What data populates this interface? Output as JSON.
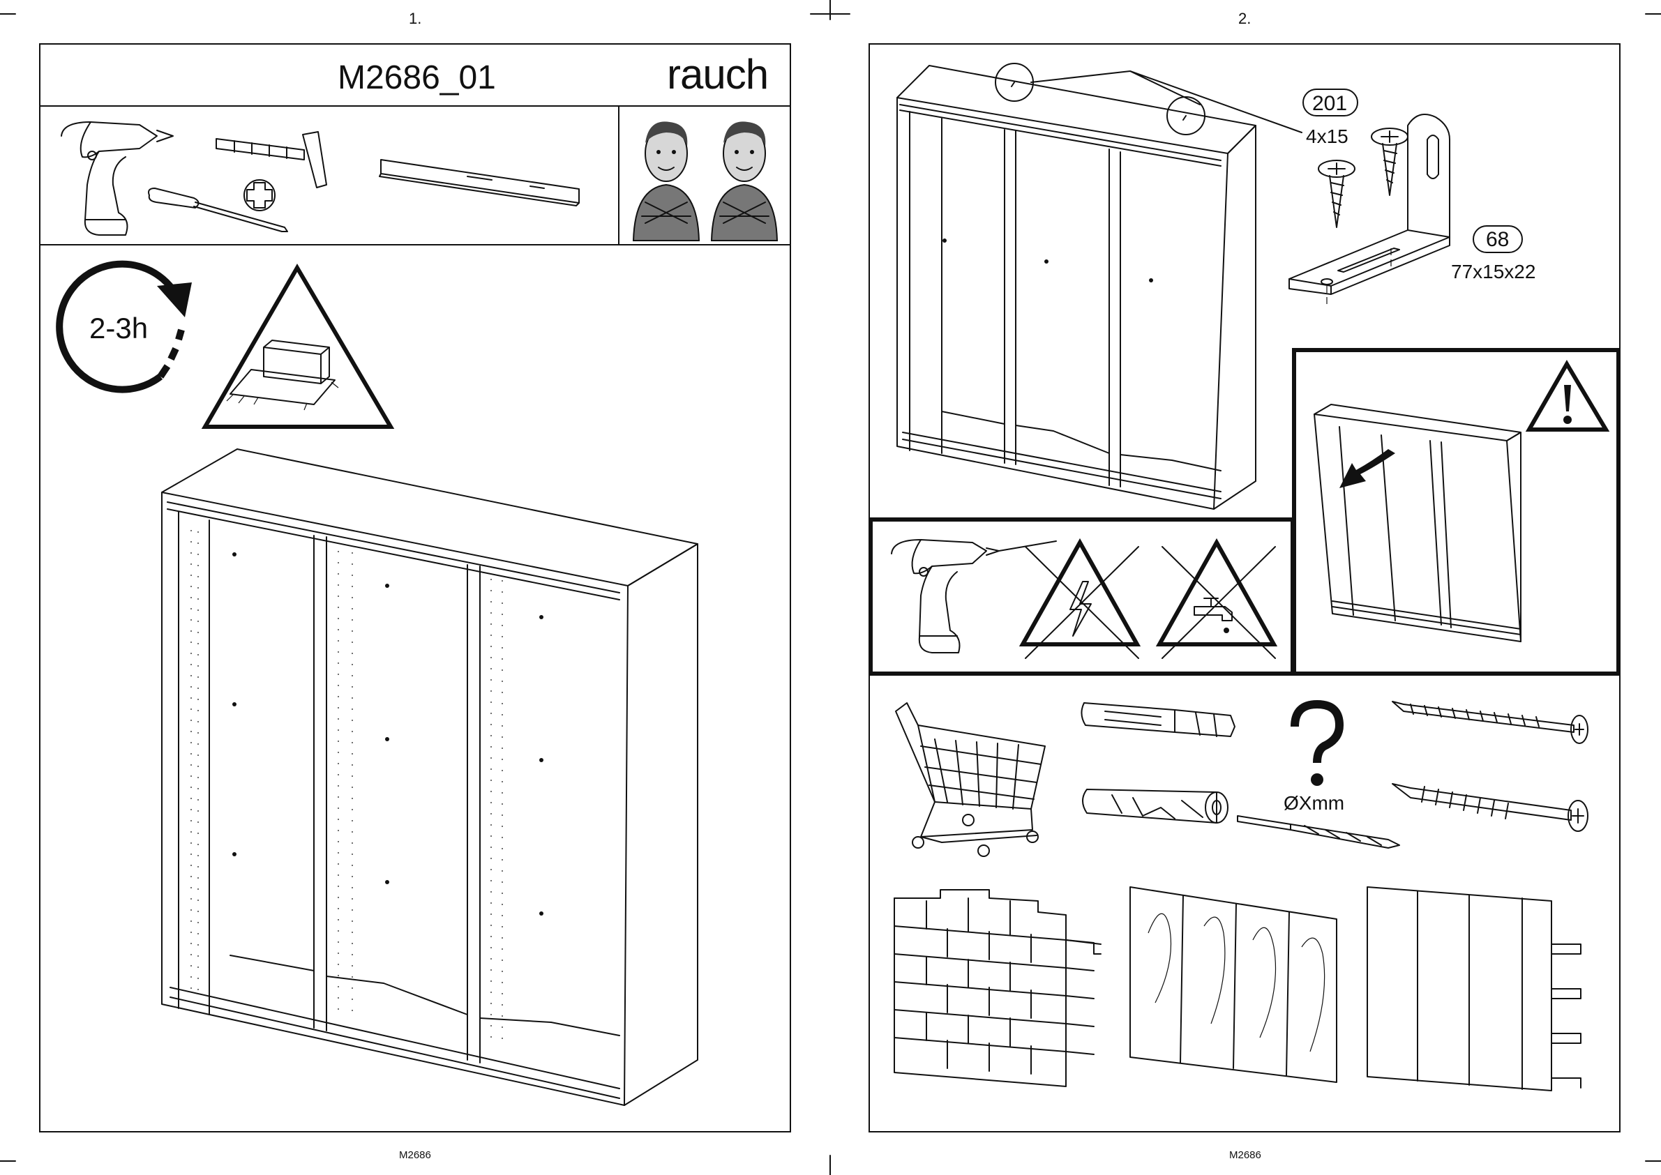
{
  "pages": [
    {
      "number": "1.",
      "footer": "M2686"
    },
    {
      "number": "2.",
      "footer": "M2686"
    }
  ],
  "header": {
    "model": "M2686_01",
    "brand": "rauch"
  },
  "duration": "2-3h",
  "parts": [
    {
      "id": "201",
      "size": "4x15"
    },
    {
      "id": "68",
      "size": "77x15x22"
    }
  ],
  "drill_label": "ØXmm"
}
